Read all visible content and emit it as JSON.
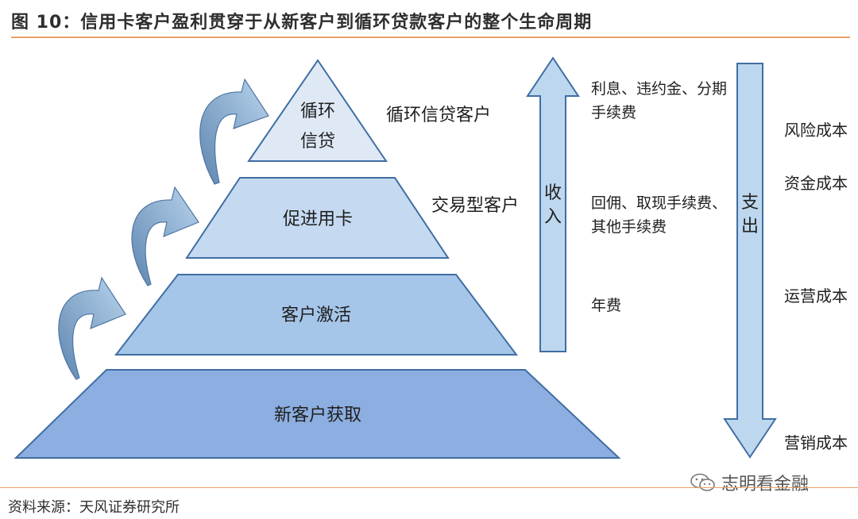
{
  "title": "图 10：信用卡客户盈利贯穿于从新客户到循环贷款客户的整个生命周期",
  "pyramid": {
    "tiers": [
      {
        "line1": "循环",
        "line2": "信贷",
        "customer_type": "循环信贷客户"
      },
      {
        "line1": "促进用卡",
        "customer_type": "交易型客户"
      },
      {
        "line1": "客户激活",
        "customer_type": ""
      },
      {
        "line1": "新客户获取",
        "customer_type": ""
      }
    ]
  },
  "income": {
    "label_line1": "收",
    "label_line2": "入",
    "items": [
      {
        "line1": "利息、违约金、分期",
        "line2": "手续费"
      },
      {
        "line1": "回佣、取现手续费、",
        "line2": "其他手续费"
      },
      {
        "line1": "年费",
        "line2": ""
      }
    ]
  },
  "expense": {
    "label_line1": "支",
    "label_line2": "出",
    "costs": [
      "风险成本",
      "资金成本",
      "运营成本",
      "营销成本"
    ]
  },
  "source": "资料来源：天风证券研究所",
  "watermark": "志明看金融",
  "colors": {
    "tier1": "#dfe9f6",
    "tier2": "#c5daf1",
    "tier3": "#a5c6e9",
    "tier4": "#8caee0",
    "arrow_fill": "#bdd7ee",
    "stroke": "#3f6ea3",
    "curve_dark": "#5f86b0",
    "curve_light": "#a9c8e6",
    "rule": "#e8a06a"
  }
}
